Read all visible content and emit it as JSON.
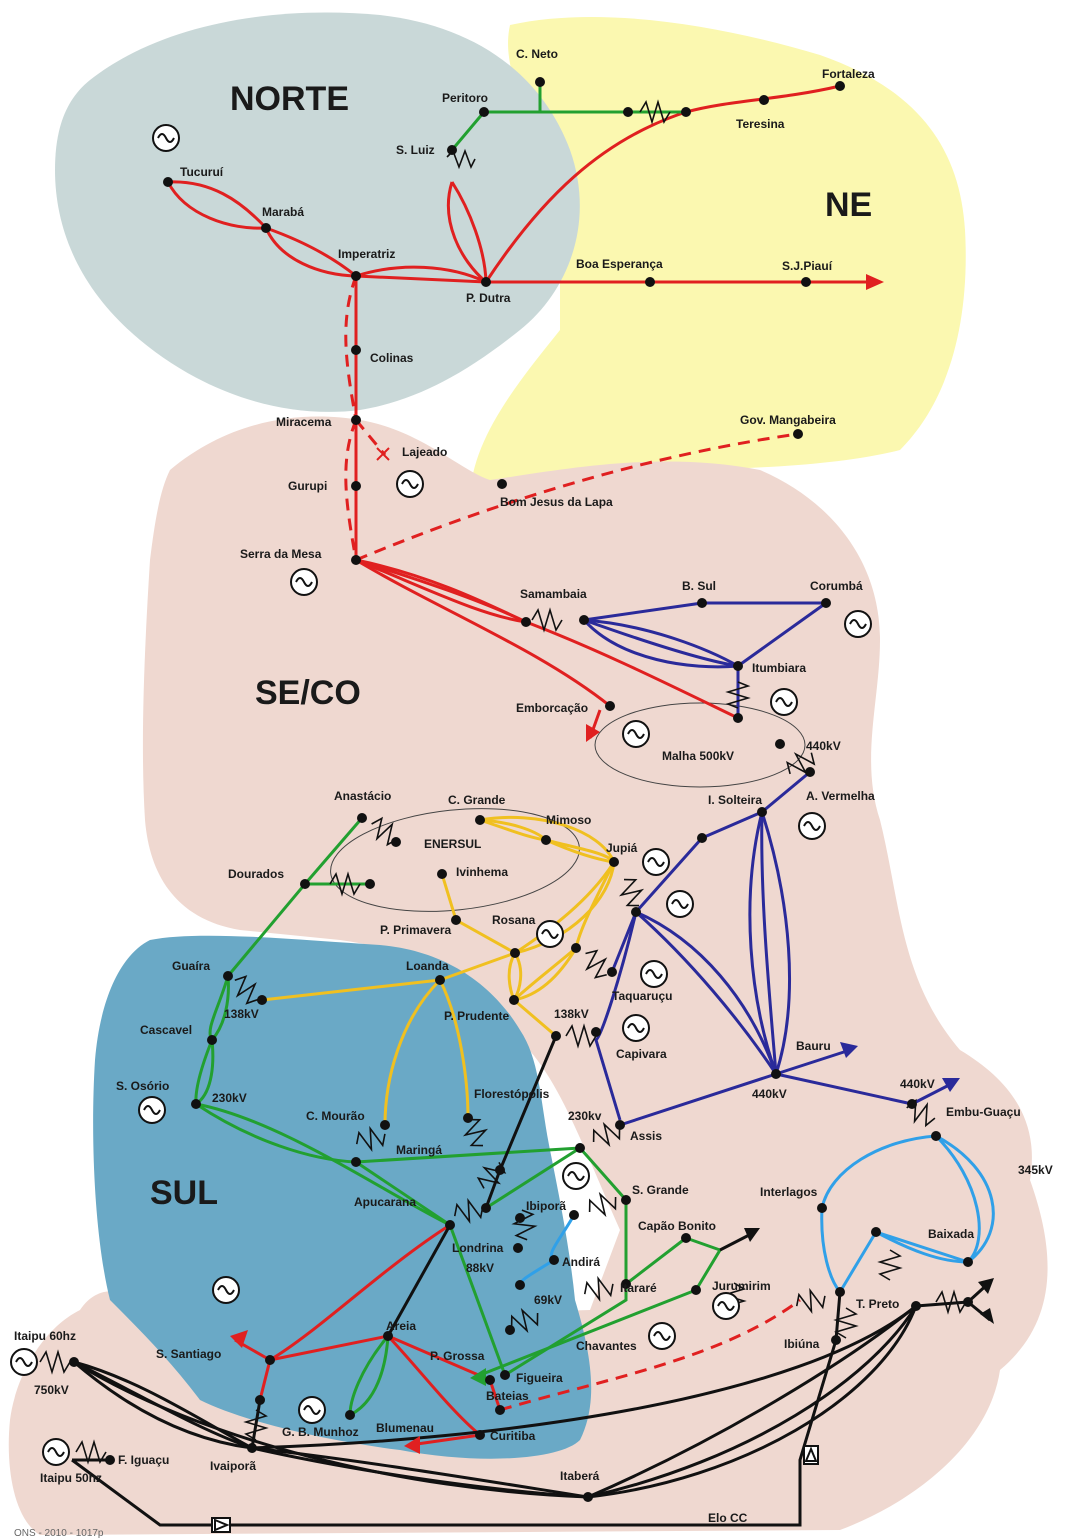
{
  "regions": {
    "norte": "NORTE",
    "ne": "NE",
    "seco": "SE/CO",
    "sul": "SUL",
    "enersul": "ENERSUL",
    "malha": "Malha 500kV"
  },
  "colors": {
    "norte_bg": "#c9d8d8",
    "ne_bg": "#fbf8b0",
    "seco_bg": "#efd8d0",
    "sul_bg": "#6aa9c6",
    "line_500kv_red": "#e02020",
    "line_green": "#22a030",
    "line_blue_dark": "#2a2a9a",
    "line_yellow": "#f0c020",
    "line_light_blue": "#30a0e8",
    "line_black": "#111111"
  },
  "nodes": {
    "c_neto": "C. Neto",
    "fortaleza": "Fortaleza",
    "peritoro": "Peritoro",
    "teresina": "Teresina",
    "s_luiz": "S. Luiz",
    "tucurui": "Tucuruí",
    "maraba": "Marabá",
    "imperatriz": "Imperatriz",
    "p_dutra": "P. Dutra",
    "boa_esperanca": "Boa Esperança",
    "sj_piaui": "S.J.Piauí",
    "colinas": "Colinas",
    "miracema": "Miracema",
    "lajeado": "Lajeado",
    "gov_mangabeira": "Gov. Mangabeira",
    "gurupi": "Gurupi",
    "bom_jesus": "Bom Jesus da Lapa",
    "serra_da_mesa": "Serra da Mesa",
    "samambaia": "Samambaia",
    "b_sul": "B. Sul",
    "corumba": "Corumbá",
    "itumbiara": "Itumbiara",
    "emborcacao": "Emborcação",
    "kv440_a": "440kV",
    "a_vermelha": "A. Vermelha",
    "i_solteira": "I. Solteira",
    "anastacio": "Anastácio",
    "c_grande": "C. Grande",
    "mimoso": "Mimoso",
    "jupia": "Jupiá",
    "dourados": "Dourados",
    "ivinhema": "Ivinhema",
    "rosana": "Rosana",
    "p_primavera": "P. Primavera",
    "guaira": "Guaíra",
    "loanda": "Loanda",
    "taquarucu": "Taquaruçu",
    "kv138_a": "138kV",
    "p_prudente": "P. Prudente",
    "kv138_b": "138kV",
    "cascavel": "Cascavel",
    "capivara": "Capivara",
    "bauru": "Bauru",
    "s_osorio": "S. Osório",
    "kv230_a": "230kV",
    "florestopolis": "Florestópolis",
    "kv440_b": "440kV",
    "kv440_c": "440kV",
    "embu_guacu": "Embu-Guaçu",
    "c_mourao": "C. Mourão",
    "kv230_b": "230kv",
    "assis": "Assis",
    "maringa": "Maringá",
    "kv345": "345kV",
    "sul_label": "SUL",
    "apucarana": "Apucarana",
    "ibipora": "Ibiporã",
    "s_grande": "S. Grande",
    "interlagos": "Interlagos",
    "capao_bonito": "Capão Bonito",
    "baixada": "Baixada",
    "londrina": "Londrina",
    "kv88_a": "88kV",
    "andira": "Andirá",
    "itarare": "Itararé",
    "jurumirim": "Jurumirim",
    "kv69": "69kV",
    "t_preto": "T. Preto",
    "s_santiago": "S. Santiago",
    "areia": "Areia",
    "ibiuna": "Ibiúna",
    "chavantes": "Chavantes",
    "itaipu_60": "Itaipu 60hz",
    "p_grossa": "P. Grossa",
    "figueira": "Figueira",
    "kv750": "750kV",
    "bateias": "Bateias",
    "g_b_munhoz": "G. B. Munhoz",
    "blumenau": "Blumenau",
    "curitiba": "Curitiba",
    "itaipu_50": "Itaipu 50hz",
    "f_iguacu": "F. Iguaçu",
    "ivaipora": "Ivaiporã",
    "itabera": "Itaberá",
    "elo_cc": "Elo CC"
  },
  "credit": "ONS - 2010 - 1017p"
}
